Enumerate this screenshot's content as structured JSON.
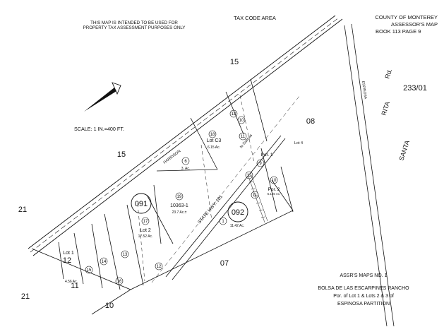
{
  "header": {
    "disclaimer_line1": "THIS MAP IS INTENDED TO BE USED FOR",
    "disclaimer_line2": "PROPERTY TAX ASSESSMENT PURPOSES ONLY",
    "tax_code_area": "TAX CODE AREA",
    "county_line1": "COUNTY OF MONTEREY",
    "county_line2": "ASSESSOR'S MAP",
    "book_page": "BOOK  113    PAGE  9"
  },
  "scale": "SCALE: 1 IN.=400 FT.",
  "area_codes": {
    "a15_top": "15",
    "a15_left": "15",
    "a21_left": "21",
    "a21_bottom": "21",
    "a12": "12",
    "a11": "11",
    "a10": "10",
    "a07": "07",
    "a08": "08",
    "a233": "233/01"
  },
  "roads": {
    "rita": "RITA",
    "santa": "SANTA",
    "rd": "Rd.",
    "harrison": "HARRISON",
    "state_hwy": "STATE  HWY.  101",
    "espinosa": "ESPINOSA",
    "to_salinas": "to Salinas"
  },
  "parcels": {
    "p091": "091",
    "p092": "092",
    "lot_c3": "Lot C3",
    "lot_c3_ac": "6.15 Ac.",
    "lot2": "Lot 2",
    "lot2_ac": "17.52 Ac.",
    "lot1": "Lot 1",
    "lot1_ac": "4.56 Ac.",
    "lot4": "Lot 4",
    "por1": "Por. 1",
    "por2": "Por. 2",
    "por2_ac": "6.126 Ac.",
    "ac_1142": "11.42 Ac.",
    "ac_3": "3. Ac.",
    "tract": "10363-1",
    "tract_ac": "23.7 Ac.±",
    "c18": "18",
    "c6": "6",
    "c19": "19",
    "c17": "17",
    "c1": "1",
    "c15": "15",
    "c14": "14",
    "c13": "13",
    "c16": "16",
    "c12a": "12",
    "c10a": "10",
    "c11a": "11",
    "c12b": "12",
    "c9": "9",
    "c10b": "10",
    "c11b": "11",
    "c12c": "12"
  },
  "footer": {
    "line1": "ASSR'S MAPS NO. 1",
    "line2": "BOLSA DE LAS ESCARPINES RANCHO",
    "line3": "Por. of Lot 1 & Lots 2 & 3 of",
    "line4": "ESPINOSA  PARTITION"
  }
}
